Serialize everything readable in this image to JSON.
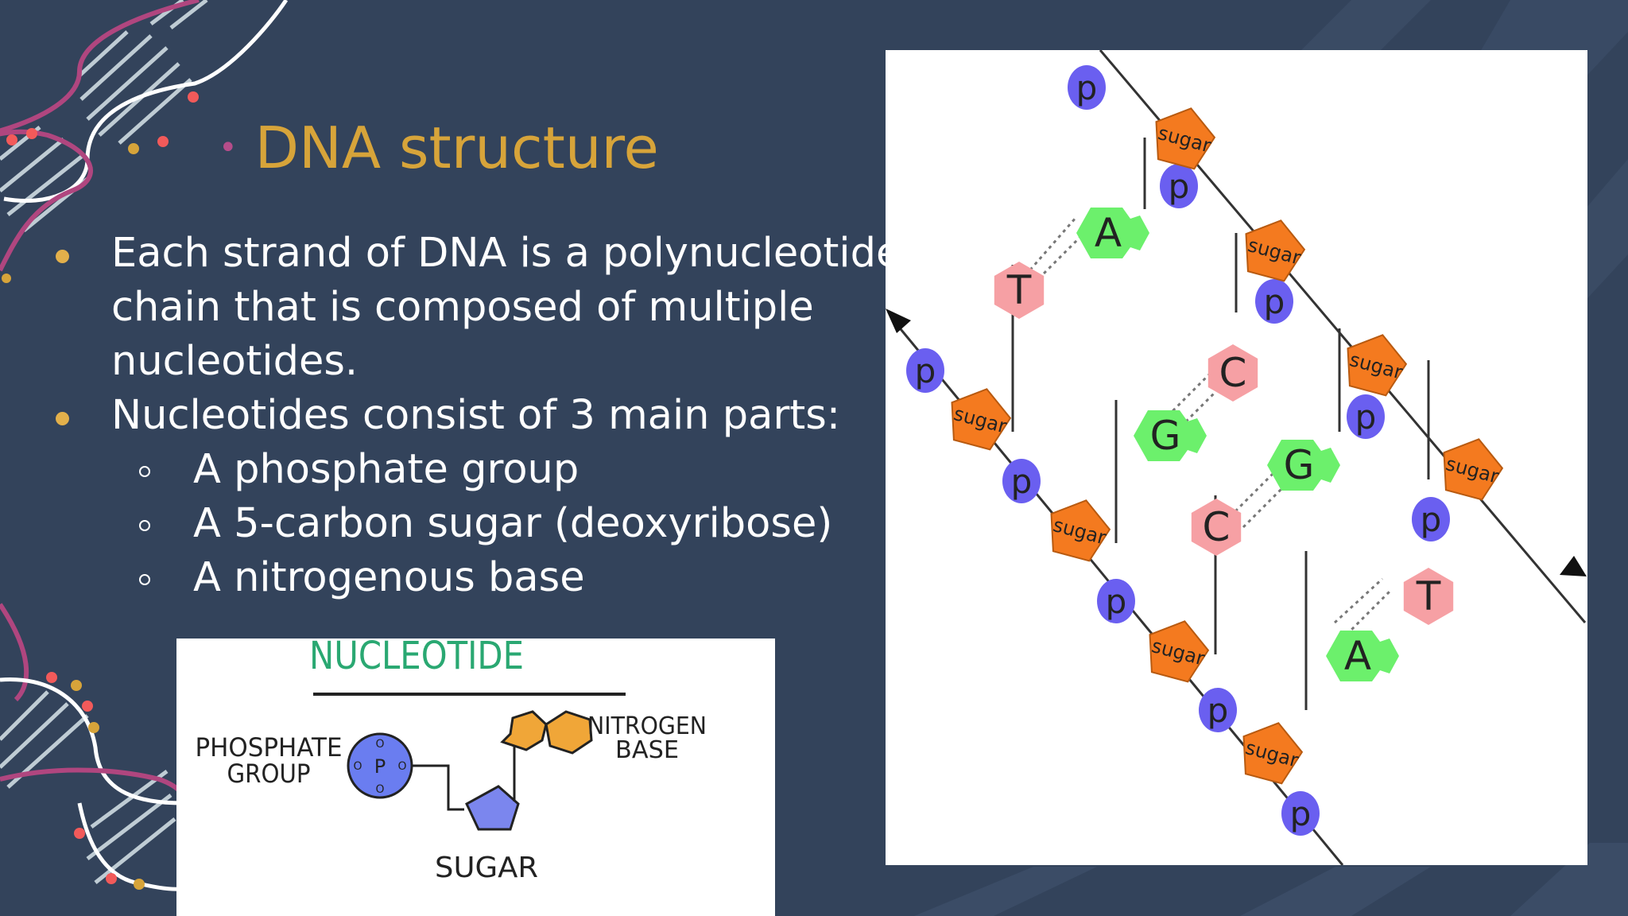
{
  "slide": {
    "title": "DNA structure",
    "bullets": [
      {
        "lines": [
          "Each strand of DNA is a polynucleotide",
          "chain that is composed of multiple",
          "nucleotides."
        ]
      },
      {
        "lines": [
          "Nucleotides consist of 3 main parts:"
        ]
      }
    ],
    "sub_bullets": [
      "A phosphate group",
      "A 5-carbon sugar (deoxyribose)",
      "A nitrogenous base"
    ]
  },
  "nucleotide_diagram": {
    "title": "NUCLEOTIDE",
    "phosphate_label_1": "PHOSPHATE",
    "phosphate_label_2": "GROUP",
    "nitrogen_label_1": "NITROGEN",
    "nitrogen_label_2": "BASE",
    "sugar_label": "SUGAR",
    "phosphate_symbol": "P",
    "oxygen_symbol": "O"
  },
  "dna_diagram": {
    "phosphate_label": "p",
    "sugar_label": "sugar",
    "bases": [
      "A",
      "T",
      "C",
      "G",
      "G",
      "C",
      "A",
      "T"
    ]
  },
  "colors": {
    "background": "#33435b",
    "title": "#d7a43a",
    "bullet": "#e3b04b",
    "phosphate": "#6a5ff0",
    "sugar": "#f47a1f",
    "adenine": "#6cf06c",
    "thymine_cytosine": "#f6a0a4"
  }
}
